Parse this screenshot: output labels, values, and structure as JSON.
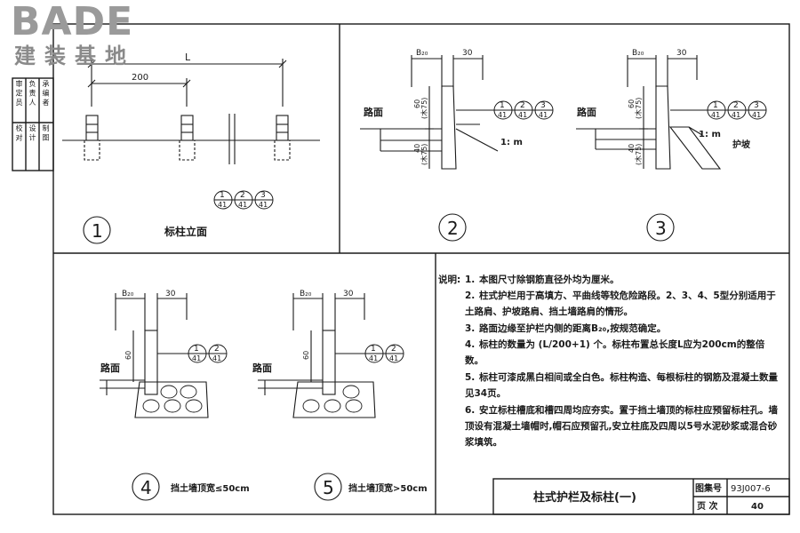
{
  "logo": {
    "main": "BADE",
    "sub": "建装基地"
  },
  "side_block": {
    "row1": [
      "校 对",
      "设 计",
      "制 图"
    ],
    "row2": [
      "审 定 员",
      "负 责 人",
      "承 编 者"
    ]
  },
  "panels": {
    "p1": {
      "number": "1",
      "caption": "标柱立面",
      "dim_L": "L",
      "dim_200": "200",
      "refs": [
        "1",
        "2",
        "3"
      ],
      "ref_den": "41"
    },
    "p2": {
      "number": "2",
      "road": "路面",
      "dim_B": "B₂₀",
      "dim_30": "30",
      "dim_60": "60",
      "dim_60b": "(木75)",
      "dim_40": "40",
      "dim_40b": "(木75)",
      "slope": "1: m",
      "refs": [
        "1",
        "2",
        "3"
      ],
      "ref_den": "41"
    },
    "p3": {
      "number": "3",
      "road": "路面",
      "dim_B": "B₂₀",
      "dim_30": "30",
      "dim_60": "60",
      "dim_60b": "(木75)",
      "dim_40": "40",
      "dim_40b": "(木75)",
      "slope": "1: m",
      "protect": "护坡",
      "refs": [
        "1",
        "2",
        "3"
      ],
      "ref_den": "41"
    },
    "p4": {
      "number": "4",
      "road": "路面",
      "dim_B": "B₂₀",
      "dim_30": "30",
      "dim_60": "60",
      "caption": "挡土墙顶宽≤50cm",
      "refs": [
        "1",
        "2"
      ],
      "ref_den": "41"
    },
    "p5": {
      "number": "5",
      "road": "路面",
      "dim_B": "B₂₀",
      "dim_30": "30",
      "dim_60": "60",
      "caption": "挡土墙顶宽>50cm",
      "refs": [
        "1",
        "2"
      ],
      "ref_den": "41"
    }
  },
  "notes": {
    "head": "说明:",
    "items": [
      {
        "n": "1.",
        "text": "本图尺寸除钢筋直径外均为厘米。"
      },
      {
        "n": "2.",
        "text": "柱式护栏用于高填方、平曲线等较危险路段。2、3、4、5型分别适用于土路肩、护坡路肩、挡土墙路肩的情形。"
      },
      {
        "n": "3.",
        "text": "路面边缘至护栏内侧的距离B₂₀,按规范确定。"
      },
      {
        "n": "4.",
        "text": "标柱的数量为 (L/200+1) 个。标柱布置总长度L应为200cm的整倍数。"
      },
      {
        "n": "5.",
        "text": "标柱可漆成黑白相间或全白色。标柱构造、每根标柱的钢筋及混凝土数量见34页。"
      },
      {
        "n": "6.",
        "text": "安立标柱槽底和槽四周均应夯实。置于挡土墙顶的标柱应预留标柱孔。墙顶设有混凝土墙帽时,帽石应预留孔,安立柱底及四周以5号水泥砂浆或混合砂浆填筑。"
      }
    ]
  },
  "title_block": {
    "title": "柱式护栏及标柱(一)",
    "label_atlas": "图集号",
    "atlas_no": "93J007-6",
    "label_page": "页 次",
    "page_no": "40"
  }
}
